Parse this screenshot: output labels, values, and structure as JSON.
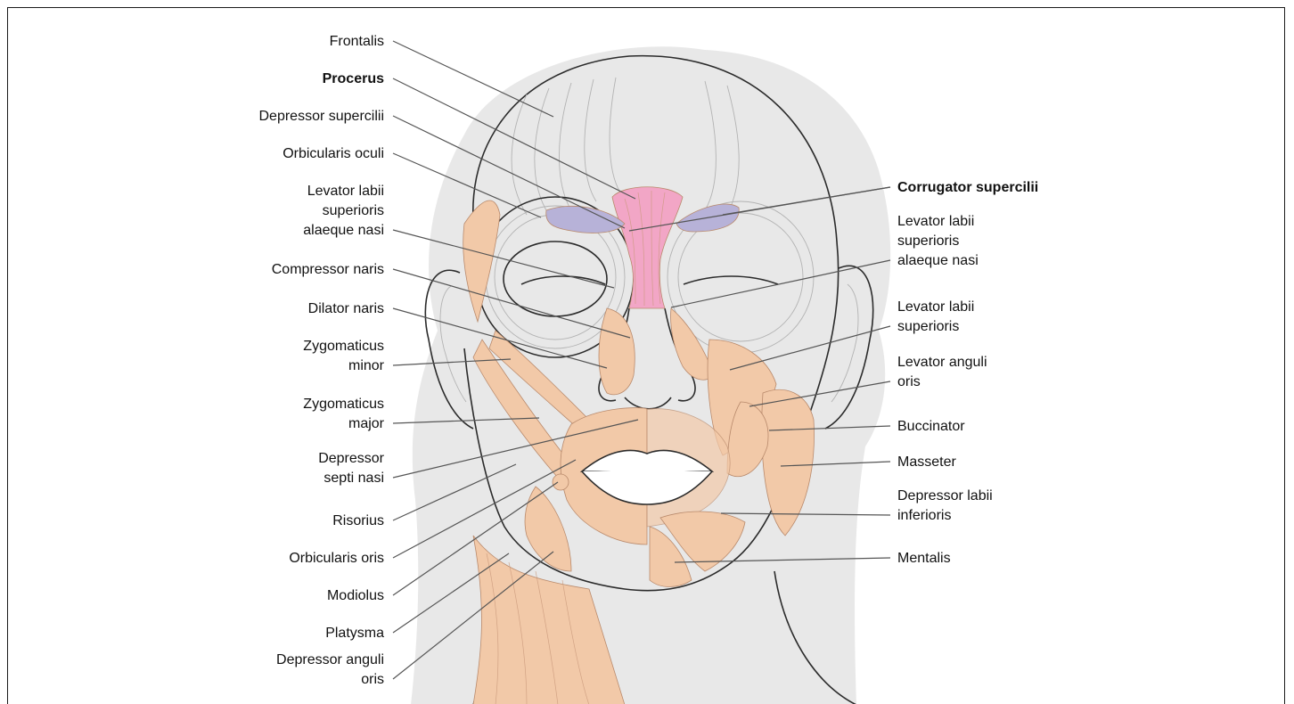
{
  "colors": {
    "muscle_fill": "#f2c9a8",
    "procerus_fill": "#f2a6c6",
    "corrugator_fill": "#b7b2d8",
    "procerus_text": "#d0147a",
    "corrugator_text": "#2e2d7e",
    "shadow": "#e8e8e8"
  },
  "labels_left": [
    {
      "id": "frontalis",
      "lines": [
        "Frontalis"
      ]
    },
    {
      "id": "procerus",
      "lines": [
        "Procerus"
      ]
    },
    {
      "id": "depressor-supercilii",
      "lines": [
        "Depressor supercilii"
      ]
    },
    {
      "id": "orbicularis-oculi",
      "lines": [
        "Orbicularis oculi"
      ]
    },
    {
      "id": "levator-labii-sup-al-nasi-left",
      "lines": [
        "Levator labii",
        "superioris",
        "alaeque nasi"
      ]
    },
    {
      "id": "compressor-naris",
      "lines": [
        "Compressor naris"
      ]
    },
    {
      "id": "dilator-naris",
      "lines": [
        "Dilator naris"
      ]
    },
    {
      "id": "zygomaticus-minor",
      "lines": [
        "Zygomaticus",
        "minor"
      ]
    },
    {
      "id": "zygomaticus-major",
      "lines": [
        "Zygomaticus",
        "major"
      ]
    },
    {
      "id": "depressor-septi-nasi",
      "lines": [
        "Depressor",
        "septi nasi"
      ]
    },
    {
      "id": "risorius",
      "lines": [
        "Risorius"
      ]
    },
    {
      "id": "orbicularis-oris",
      "lines": [
        "Orbicularis oris"
      ]
    },
    {
      "id": "modiolus",
      "lines": [
        "Modiolus"
      ]
    },
    {
      "id": "platysma",
      "lines": [
        "Platysma"
      ]
    },
    {
      "id": "depressor-anguli-oris",
      "lines": [
        "Depressor anguli",
        "oris"
      ]
    }
  ],
  "labels_right": [
    {
      "id": "corrugator-supercilii",
      "lines": [
        "Corrugator supercilii"
      ]
    },
    {
      "id": "levator-labii-sup-al-nasi-right",
      "lines": [
        "Levator labii",
        "superioris",
        "alaeque nasi"
      ]
    },
    {
      "id": "levator-labii-superioris",
      "lines": [
        "Levator labii",
        "superioris"
      ]
    },
    {
      "id": "levator-anguli-oris",
      "lines": [
        "Levator anguli",
        "oris"
      ]
    },
    {
      "id": "buccinator",
      "lines": [
        "Buccinator"
      ]
    },
    {
      "id": "masseter",
      "lines": [
        "Masseter"
      ]
    },
    {
      "id": "depressor-labii-inferioris",
      "lines": [
        "Depressor labii",
        "inferioris"
      ]
    },
    {
      "id": "mentalis",
      "lines": [
        "Mentalis"
      ]
    }
  ]
}
